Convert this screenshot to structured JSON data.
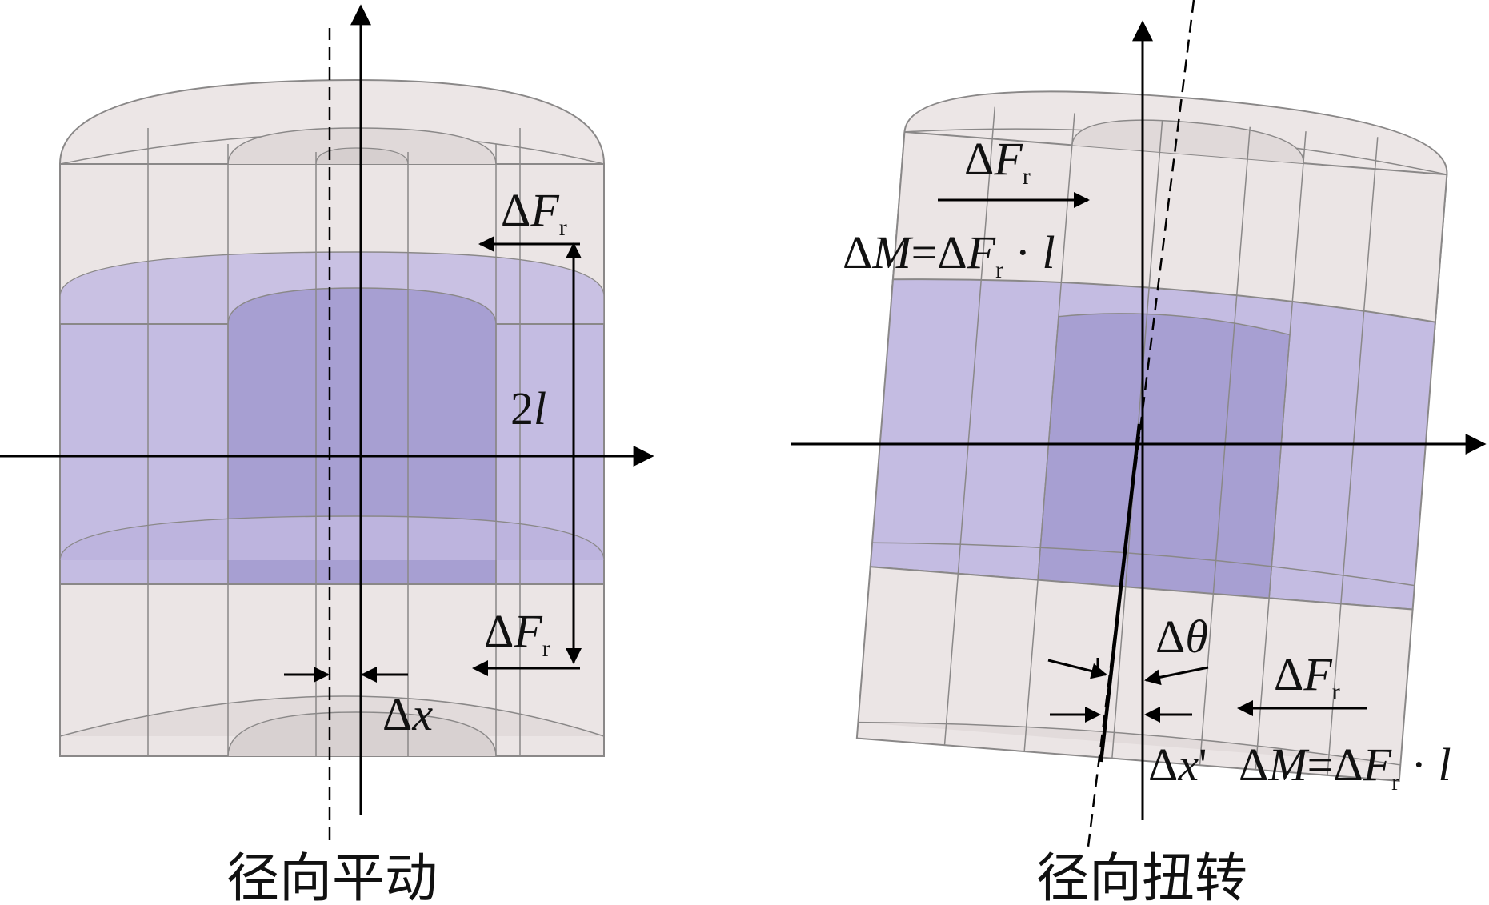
{
  "colors": {
    "shell_fill": "#ece6e6",
    "shell_stroke": "#8a8888",
    "band_fill": "#c4bce2",
    "inner_band_fill": "#a79fd2",
    "axis": "#000000"
  },
  "left": {
    "caption": "径向平动",
    "force_top": {
      "delta": "Δ",
      "symbol": "F",
      "subscript": "r"
    },
    "force_bottom": {
      "delta": "Δ",
      "symbol": "F",
      "subscript": "r"
    },
    "length": {
      "coefficient": "2",
      "symbol": "l"
    },
    "displacement": {
      "delta": "Δ",
      "symbol": "x"
    }
  },
  "right": {
    "caption": "径向扭转",
    "force_top": {
      "delta": "Δ",
      "symbol": "F",
      "subscript": "r"
    },
    "moment_top": {
      "delta_m": "Δ",
      "m": "M",
      "eq": "=",
      "delta_f": "Δ",
      "f": "F",
      "sub": "r",
      "dot": " · ",
      "l": "l"
    },
    "angle": {
      "delta": "Δ",
      "symbol": "θ"
    },
    "force_bottom": {
      "delta": "Δ",
      "symbol": "F",
      "subscript": "r"
    },
    "displacement": {
      "delta": "Δ",
      "symbol": "x",
      "prime": "'"
    },
    "moment_bottom": {
      "delta_m": "Δ",
      "m": "M",
      "eq": "=",
      "delta_f": "Δ",
      "f": "F",
      "sub": "r",
      "dot": " · ",
      "l": "l"
    }
  }
}
